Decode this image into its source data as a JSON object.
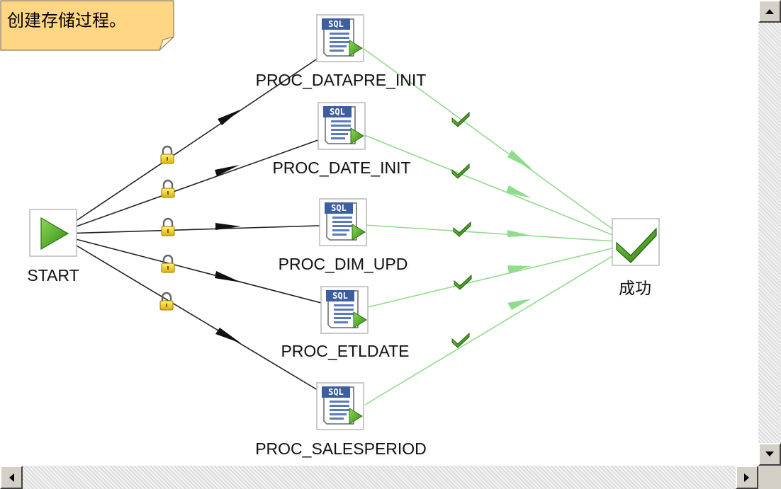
{
  "note": {
    "text": "创建存储过程。"
  },
  "nodes": {
    "start": {
      "label": "START"
    },
    "p1": {
      "label": "PROC_DATAPRE_INIT",
      "badge": "SQL"
    },
    "p2": {
      "label": "PROC_DATE_INIT",
      "badge": "SQL"
    },
    "p3": {
      "label": "PROC_DIM_UPD",
      "badge": "SQL"
    },
    "p4": {
      "label": "PROC_ETLDATE",
      "badge": "SQL"
    },
    "p5": {
      "label": "PROC_SALESPERIOD",
      "badge": "SQL"
    },
    "success": {
      "label": "成功"
    }
  },
  "hops": {
    "from_start": {
      "to": [
        "PROC_DATAPRE_INIT",
        "PROC_DATE_INIT",
        "PROC_DIM_UPD",
        "PROC_ETLDATE",
        "PROC_SALESPERIOD"
      ],
      "icon": "lock-icon",
      "color": "#222222"
    },
    "to_success": {
      "from": [
        "PROC_DATAPRE_INIT",
        "PROC_DATE_INIT",
        "PROC_DIM_UPD",
        "PROC_ETLDATE",
        "PROC_SALESPERIOD"
      ],
      "icon": "check-icon",
      "color": "#90e090"
    }
  },
  "colors": {
    "note_bg": "#ffd684",
    "start_green": "#5cb82a",
    "sql_blue": "#3d5f9e"
  }
}
